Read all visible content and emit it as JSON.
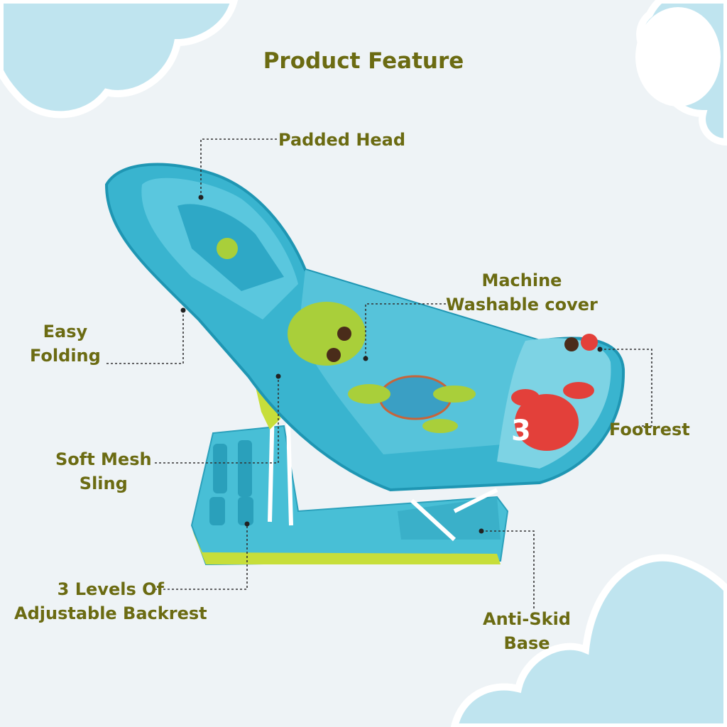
{
  "title": "Product Feature",
  "features": {
    "padded_head": "Padded Head",
    "machine_washable": [
      "Machine",
      "Washable cover"
    ],
    "easy_folding": [
      "Easy",
      "Folding"
    ],
    "footrest": "Footrest",
    "soft_mesh": [
      "Soft Mesh",
      "Sling"
    ],
    "backrest": [
      "3 Levels Of",
      "Adjustable Backrest"
    ],
    "anti_skid": [
      "Anti-Skid",
      "Base"
    ]
  },
  "colors": {
    "text": "#6b6b12",
    "seat": "#39b4cf",
    "seat_dark": "#1f96b3",
    "base": "#48bfd6",
    "accent_green": "#a9cf3a",
    "cloud": "#bfe4ef"
  }
}
